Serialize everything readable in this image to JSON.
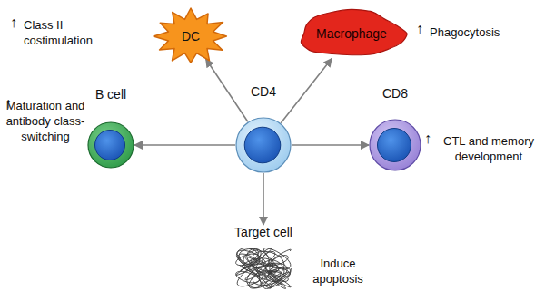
{
  "diagram": {
    "nodes": [
      {
        "text": [
          "DC"
        ]
      },
      {
        "text": [
          "Macrophage"
        ]
      },
      {
        "text": [
          "B cell"
        ]
      },
      {
        "text": [
          "CD4"
        ]
      },
      {
        "text": [
          "CD8"
        ]
      },
      {
        "text": [
          "Target cell"
        ]
      }
    ],
    "edges": [
      {
        "from": 3,
        "to": 0,
        "arrow": "to"
      },
      {
        "from": 3,
        "to": 1,
        "arrow": "to"
      },
      {
        "from": 3,
        "to": 2,
        "arrow": "to"
      },
      {
        "from": 3,
        "to": 4,
        "arrow": "to"
      },
      {
        "from": 3,
        "to": 5,
        "arrow": "to"
      }
    ],
    "labels": [
      "↑",
      "Class II costimulation",
      "↑",
      "Phagocytosis",
      "↑",
      "Maturation and antibody class-switching",
      "↑",
      "CTL and memory development",
      "Induce apoptosis"
    ]
  }
}
